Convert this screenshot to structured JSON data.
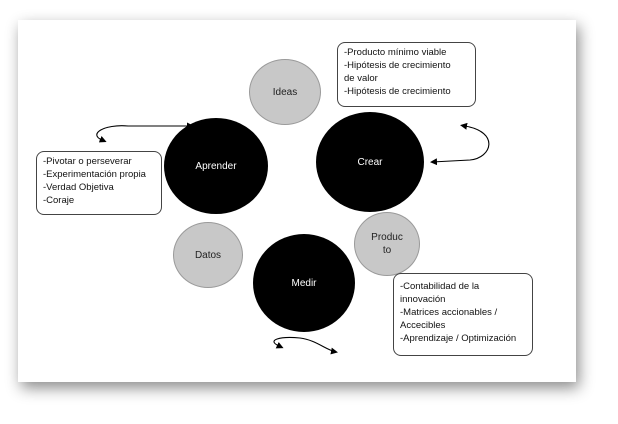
{
  "circles": {
    "ideas": "Ideas",
    "aprender": "Aprender",
    "crear": "Crear",
    "producto_line1": "Produc",
    "producto_line2": "to",
    "datos": "Datos",
    "medir": "Medir"
  },
  "boxes": {
    "producto_list": [
      "-Producto mínimo viable",
      "-Hipótesis de crecimiento",
      "de valor",
      "-Hipótesis de crecimiento"
    ],
    "aprender_list": [
      "-Pivotar o perseverar",
      "-Experimentación propia",
      "-Verdad Objetiva",
      "-Coraje"
    ],
    "medir_list": [
      "-Contabilidad de la",
      "innovación",
      "-Matrices accionables /",
      "Accecibles",
      "-Aprendizaje / Optimización"
    ]
  },
  "colors": {
    "dark_circle": "#000000",
    "grey_circle": "#c8c8c8",
    "card_shadow": "#000000"
  },
  "icons": [
    "curved-double-arrow-icon",
    "curved-double-arrow-icon",
    "curved-double-arrow-icon"
  ]
}
